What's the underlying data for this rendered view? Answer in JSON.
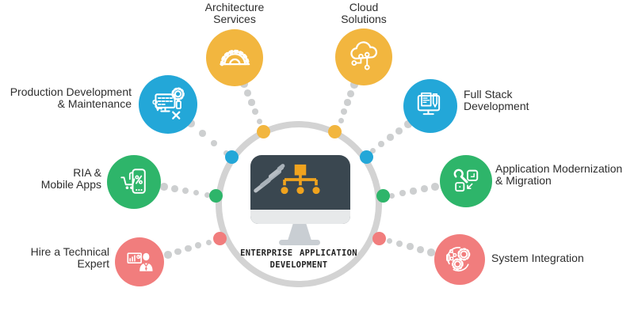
{
  "palette": {
    "yellow": "#F2B63F",
    "blue": "#23A7D8",
    "green": "#2EB56A",
    "pink": "#F17D7D",
    "ring_gray": "#D3D3D3",
    "connector_dot": "#CDCFD0",
    "monitor_dark": "#3A4750",
    "orgchart_orange": "#F0A31E",
    "stand_gray": "#C9CED3",
    "label_text": "#2E2E2E"
  },
  "hub": {
    "label": "ENTERPRISE APPLICATION\nDEVELOPMENT",
    "icon": "monitor-orgchart-icon"
  },
  "satellites": [
    {
      "id": "architecture-services",
      "label": "Architecture\nServices",
      "color": "yellow",
      "icon": "gear-arch-icon"
    },
    {
      "id": "cloud-solutions",
      "label": "Cloud\nSolutions",
      "color": "yellow",
      "icon": "cloud-network-icon"
    },
    {
      "id": "production-development-maintenance",
      "label": "Production Development\n& Maintenance",
      "color": "blue",
      "icon": "monitor-tools-icon"
    },
    {
      "id": "full-stack-development",
      "label": "Full Stack\nDevelopment",
      "color": "blue",
      "icon": "monitor-code-icon"
    },
    {
      "id": "ria-mobile-apps",
      "label": "RIA &\nMobile Apps",
      "color": "green",
      "icon": "mobile-cart-icon"
    },
    {
      "id": "application-modernization-migration",
      "label": "Application Modernization\n& Migration",
      "color": "green",
      "icon": "wrench-cubes-icon"
    },
    {
      "id": "hire-technical-expert",
      "label": "Hire a Technical\nExpert",
      "color": "pink",
      "icon": "presenter-icon"
    },
    {
      "id": "system-integration",
      "label": "System Integration",
      "color": "pink",
      "icon": "gears-network-icon"
    }
  ]
}
